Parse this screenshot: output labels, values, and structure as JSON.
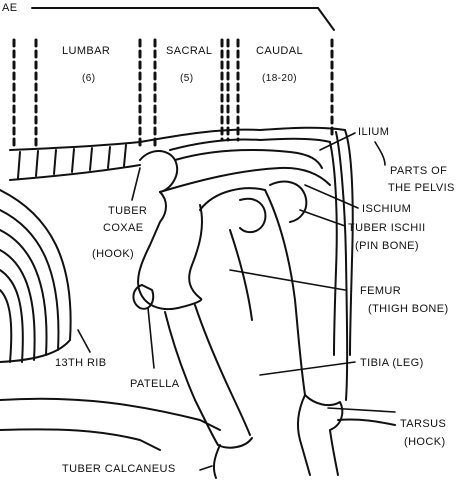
{
  "diagram": {
    "ink_color": "#111111",
    "background_color": "#ffffff",
    "header": {
      "cut_label": "AE",
      "regions": [
        {
          "name": "LUMBAR",
          "count": "(6)"
        },
        {
          "name": "SACRAL",
          "count": "(5)"
        },
        {
          "name": "CAUDAL",
          "count": "(18-20)"
        }
      ]
    },
    "labels": {
      "ilium": "ILIUM",
      "parts_of": "PARTS OF",
      "the_pelvis": "THE PELVIS",
      "ischium": "ISCHIUM",
      "tuber_ischii": "TUBER ISCHII",
      "pin_bone": "(PIN BONE)",
      "tuber": "TUBER",
      "coxae": "COXAE",
      "hook": "(HOOK)",
      "femur": "FEMUR",
      "thigh_bone": "(THIGH BONE)",
      "rib13": "13TH  RIB",
      "patella": "PATELLA",
      "tibia": "TIBIA   (LEG)",
      "tarsus": "TARSUS",
      "hock": "(HOCK)",
      "tuber_calcaneus": "TUBER   CALCANEUS"
    }
  }
}
